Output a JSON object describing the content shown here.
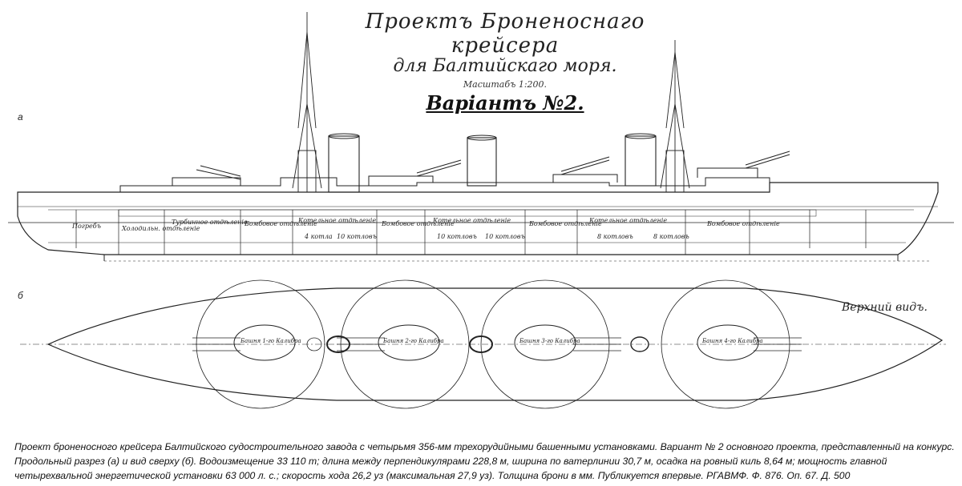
{
  "title": {
    "line1": "Проектъ Броненоснаго крейсера",
    "line2": "для Балтийскаго моря.",
    "scale": "Масштабъ 1:200.",
    "variant": "Варіантъ №2."
  },
  "panels": {
    "a_label": "а",
    "b_label": "б",
    "top_view_label": "Верхний видъ."
  },
  "compartments": [
    "Погребъ",
    "Холодильн. отдѣленіе",
    "Турбинное отдѣленіе",
    "Бомбовое отдѣленіе",
    "Котельное отдѣленіе",
    "4 котла",
    "10 котловъ",
    "Бомбовое отдѣленіе",
    "Котельное отдѣленіе",
    "10 котловъ",
    "10 котловъ",
    "Бомбовое отдѣленіе",
    "Котельное отдѣленіе",
    "8 котловъ",
    "8 котловъ",
    "Бомбовое отдѣленіе"
  ],
  "turrets": [
    "Башня 1-го Калибра",
    "Башня 2-го Калибра",
    "Башня 3-го Калибра",
    "Башня 4-го Калибра"
  ],
  "caption": {
    "line1": "Проект броненосного крейсера Балтийского судостроительного завода с четырьмя 356-мм трехорудийными башенными установками. Вариант № 2 основного проекта, представленный на конкурс.",
    "line2": "Продольный разрез (а) и вид сверху (б). Водоизмещение 33 110 т; длина между перпендикулярами 228,8 м, ширина по ватерлинии 30,7 м, осадка на ровный киль 8,64 м; мощность главной четырехвальной энергетической установки 63 000 л. с.; скорость хода 26,2 уз (максимальная 27,9 уз). Толщина брони в мм. Публикуется впервые. РГАВМФ. Ф. 876. Оп. 67. Д. 500"
  },
  "colors": {
    "ink": "#222222",
    "paper": "#ffffff"
  }
}
